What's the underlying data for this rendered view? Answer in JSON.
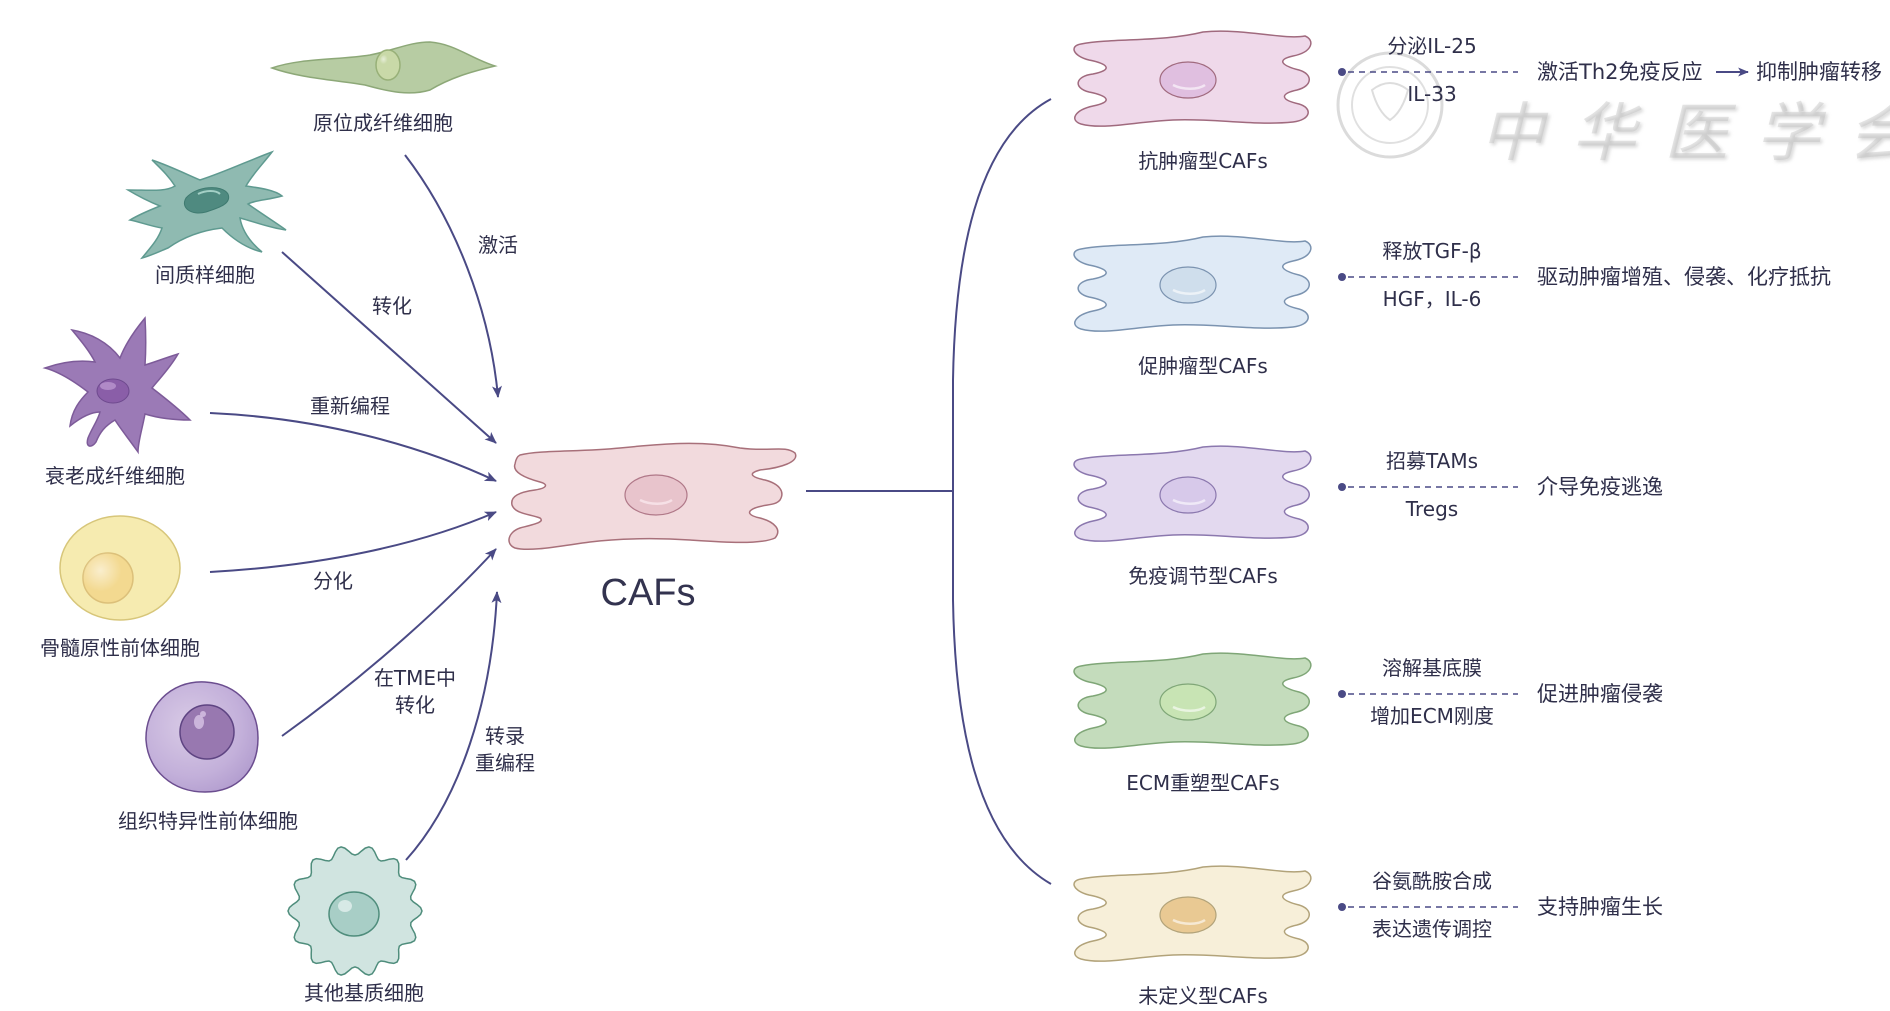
{
  "center": {
    "title": "CAFs",
    "color": "#f2dadd",
    "stroke": "#a8707a"
  },
  "sources": [
    {
      "id": "resident-fibroblast",
      "label": "原位成纤维细胞",
      "arrow_label": "激活",
      "fill": "#b7cca3",
      "stroke": "#8da878"
    },
    {
      "id": "mesenchymal-like-cell",
      "label": "间质样细胞",
      "arrow_label": "转化",
      "fill": "#8fbab1",
      "stroke": "#5f9a90"
    },
    {
      "id": "senescent-fibroblast",
      "label": "衰老成纤维细胞",
      "arrow_label": "重新编程",
      "fill": "#9b7ab6",
      "stroke": "#7d5b99"
    },
    {
      "id": "bone-marrow-progenitor",
      "label": "骨髓原性前体细胞",
      "arrow_label": "分化",
      "fill": "#f6ebb0",
      "stroke": "#d7c67a"
    },
    {
      "id": "tissue-specific-progenitor",
      "label": "组织特异性前体细胞",
      "arrow_label_lines": [
        "在TME中",
        "转化"
      ],
      "fill": "#d4c4e2",
      "stroke": "#6b4d8f"
    },
    {
      "id": "other-stromal-cell",
      "label": "其他基质细胞",
      "arrow_label_lines": [
        "转录",
        "重编程"
      ],
      "fill": "#d0e4e0",
      "stroke": "#4f8d7c"
    }
  ],
  "subtypes": [
    {
      "id": "anti-tumor",
      "label": "抗肿瘤型CAFs",
      "fill": "#efd9ea",
      "stroke": "#a06a7e",
      "nucleus": "#e0bfe0",
      "mech_top": "分泌IL-25",
      "mech_bottom": "IL-33",
      "result": "激活Th2免疫反应",
      "result2": "抑制肿瘤转移"
    },
    {
      "id": "pro-tumor",
      "label": "促肿瘤型CAFs",
      "fill": "#dfeaf6",
      "stroke": "#7b93b0",
      "nucleus": "#cfdeec",
      "mech_top": "释放TGF-β",
      "mech_bottom": "HGF，IL-6",
      "result": "驱动肿瘤增殖、侵袭、化疗抵抗"
    },
    {
      "id": "immunomodulatory",
      "label": "免疫调节型CAFs",
      "fill": "#e3d9ef",
      "stroke": "#8b78ae",
      "nucleus": "#d7c9ea",
      "mech_top": "招募TAMs",
      "mech_bottom": "Tregs",
      "result": "介导免疫逃逸"
    },
    {
      "id": "ecm-remodeling",
      "label": "ECM重塑型CAFs",
      "fill": "#c4dcbc",
      "stroke": "#7fa677",
      "nucleus": "#c8e4b4",
      "mech_top": "溶解基底膜",
      "mech_bottom": "增加ECM刚度",
      "result": "促进肿瘤侵袭"
    },
    {
      "id": "undefined",
      "label": "未定义型CAFs",
      "fill": "#f7efd9",
      "stroke": "#b2a37a",
      "nucleus": "#e9c993",
      "mech_top": "谷氨酰胺合成",
      "mech_bottom": "表达遗传调控",
      "result": "支持肿瘤生长"
    }
  ],
  "accent_color": "#4a4a85",
  "watermark": "中华医学会"
}
